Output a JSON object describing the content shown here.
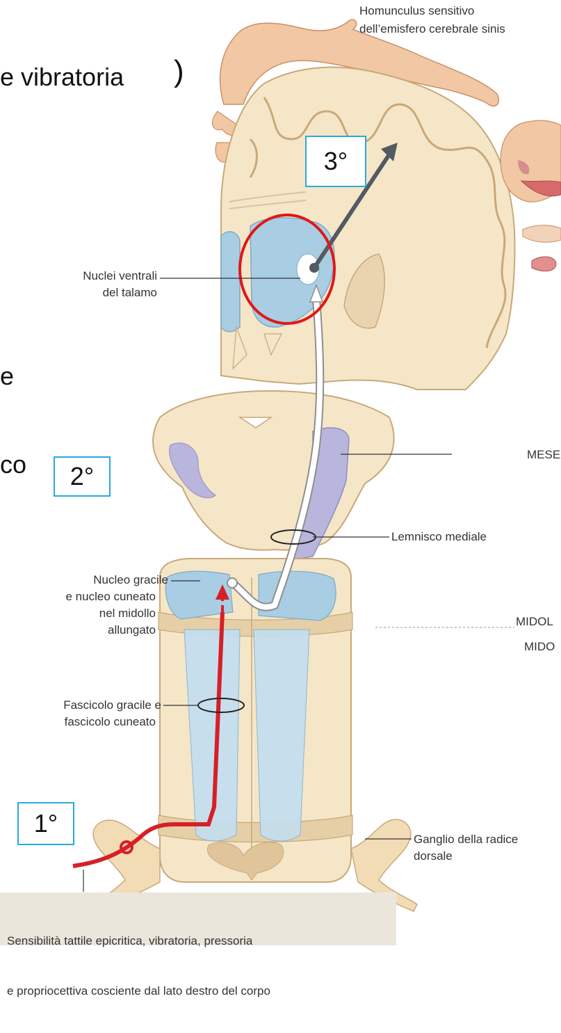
{
  "slide_fragments": {
    "top_text": "e vibratoria",
    "paren": ")",
    "left_frag_e": "e",
    "left_frag_co": "co"
  },
  "neuron_labels": {
    "first": "1°",
    "second": "2°",
    "third": "3°"
  },
  "labels": {
    "homunculus_line1": "Homunculus sensitivo",
    "homunculus_line2": "dell’emisfero cerebrale sinis",
    "thalamus_line1": "Nuclei ventrali",
    "thalamus_line2": "del talamo",
    "mesencephalon": "MESE",
    "lemniscus": "Lemnisco mediale",
    "nuclei_line1": "Nucleo gracile",
    "nuclei_line2": "e nucleo cuneato",
    "nuclei_line3": "nel midollo",
    "nuclei_line4": "allungato",
    "medulla_upper": "MIDOL",
    "medulla_lower": "MIDO",
    "fasciculus_line1": "Fascicolo gracile e",
    "fasciculus_line2": "fascicolo cuneato",
    "ganglion_line1": "Ganglio della radice",
    "ganglion_line2": "dorsale"
  },
  "caption": {
    "line1": "Sensibilità tattile epicritica, vibratoria, pressoria",
    "line2": "e propriocettiva cosciente dal lato destro del corpo"
  },
  "colors": {
    "tissue": "#f5e6c8",
    "tissue_edge": "#c9a878",
    "nuclei_blue": "#a9cde3",
    "lemniscus_lilac": "#b8b6dc",
    "first_neuron_red": "#d62027",
    "highlight_circle": "#e01818",
    "box_border": "#2aa8e0",
    "third_arrow": "#555a60"
  }
}
